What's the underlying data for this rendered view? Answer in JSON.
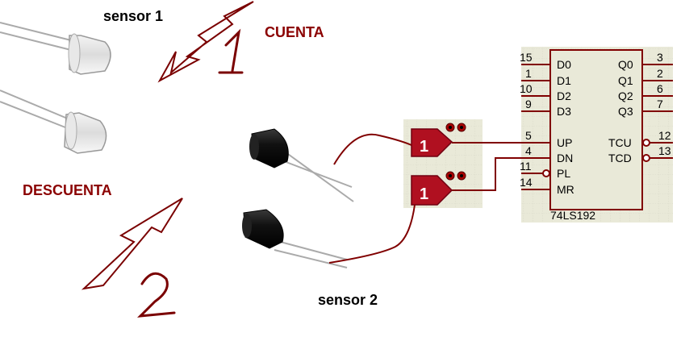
{
  "labels": {
    "sensor1": "sensor 1",
    "sensor2": "sensor 2",
    "cuenta": "CUENTA",
    "descuenta": "DESCUENTA",
    "num1": "1",
    "num2": "2"
  },
  "buffers": {
    "top_label": "1",
    "bottom_label": "1"
  },
  "chip": {
    "name": "74LS192",
    "left_pins": [
      {
        "num": "15",
        "name": "D0"
      },
      {
        "num": "1",
        "name": "D1"
      },
      {
        "num": "10",
        "name": "D2"
      },
      {
        "num": "9",
        "name": "D3"
      },
      {
        "num": "5",
        "name": "UP"
      },
      {
        "num": "4",
        "name": "DN"
      },
      {
        "num": "11",
        "name": "PL"
      },
      {
        "num": "14",
        "name": "MR"
      }
    ],
    "right_pins": [
      {
        "num": "3",
        "name": "Q0"
      },
      {
        "num": "2",
        "name": "Q1"
      },
      {
        "num": "6",
        "name": "Q2"
      },
      {
        "num": "7",
        "name": "Q3"
      },
      {
        "num": "12",
        "name": "TCU"
      },
      {
        "num": "13",
        "name": "TCD"
      }
    ]
  },
  "colors": {
    "wire": "#800000",
    "gate": "#b01020",
    "label_red": "#8b0000",
    "board_bg": "#e9e9d8"
  }
}
